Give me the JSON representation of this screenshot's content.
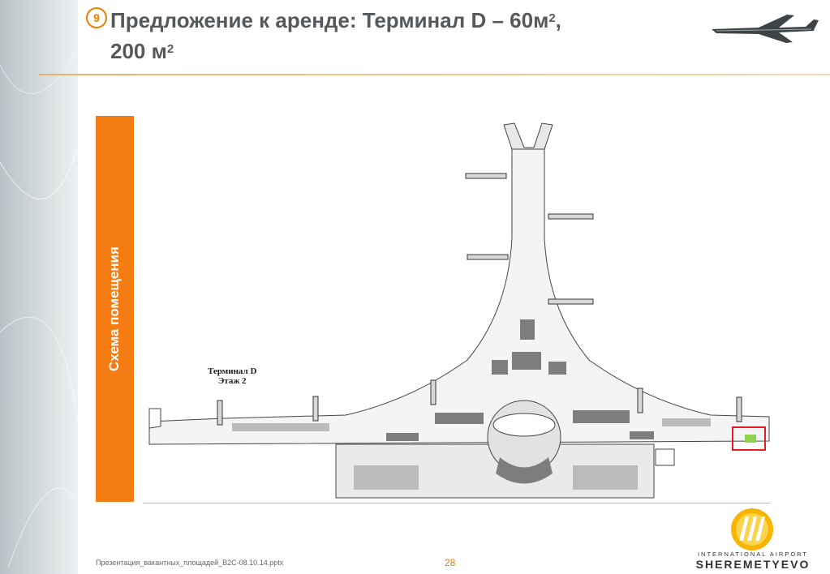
{
  "slide": {
    "number": "9",
    "title_line1": "Предложение к аренде: Терминал D – 60м",
    "title_sup1": "2",
    "title_comma": ",",
    "title_line2": "200 м",
    "title_sup2": "2"
  },
  "sidebar": {
    "label": "Схема помещения"
  },
  "plan": {
    "label_line1": "Терминал D",
    "label_line2": "Этаж 2",
    "highlight_color": "#e31e24",
    "space_color": "#8ed34d"
  },
  "footer": {
    "filename": "Презентация_вакантных_площадей_B2C-08.10.14.pptx",
    "page": "28"
  },
  "logo": {
    "sub": "INTERNATIONAL AIRPORT",
    "main": "SHEREMETYEVO"
  },
  "colors": {
    "accent": "#f57c12",
    "title": "#55595c"
  }
}
